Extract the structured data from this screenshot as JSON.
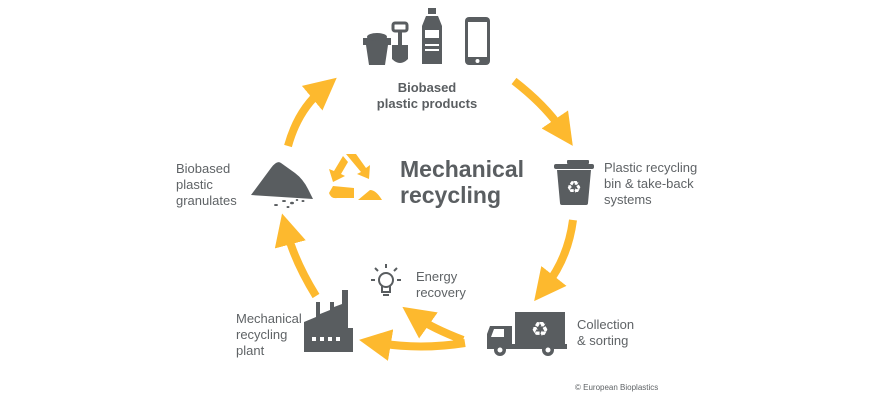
{
  "title": "Mechanical\nrecycling",
  "colors": {
    "accent": "#FDB92E",
    "icon": "#595D60",
    "text": "#5F6366"
  },
  "stages": [
    {
      "id": "products",
      "label": "Biobased\nplastic products",
      "icons": [
        "bucket-icon",
        "shovel-icon",
        "bottle-icon",
        "smartphone-icon"
      ]
    },
    {
      "id": "bin",
      "label": "Plastic recycling\nbin & take-back\nsystems",
      "icons": [
        "recycling-bin-icon"
      ]
    },
    {
      "id": "collection",
      "label": "Collection\n& sorting",
      "icons": [
        "truck-icon"
      ]
    },
    {
      "id": "energy",
      "label": "Energy\nrecovery",
      "icons": [
        "lightbulb-icon"
      ]
    },
    {
      "id": "plant",
      "label": "Mechanical\nrecycling\nplant",
      "icons": [
        "factory-icon"
      ]
    },
    {
      "id": "granulates",
      "label": "Biobased\nplastic\ngranulates",
      "icons": [
        "granulate-pile-icon"
      ]
    }
  ],
  "center_icon": "recycle-icon",
  "copyright": "© European Bioplastics"
}
